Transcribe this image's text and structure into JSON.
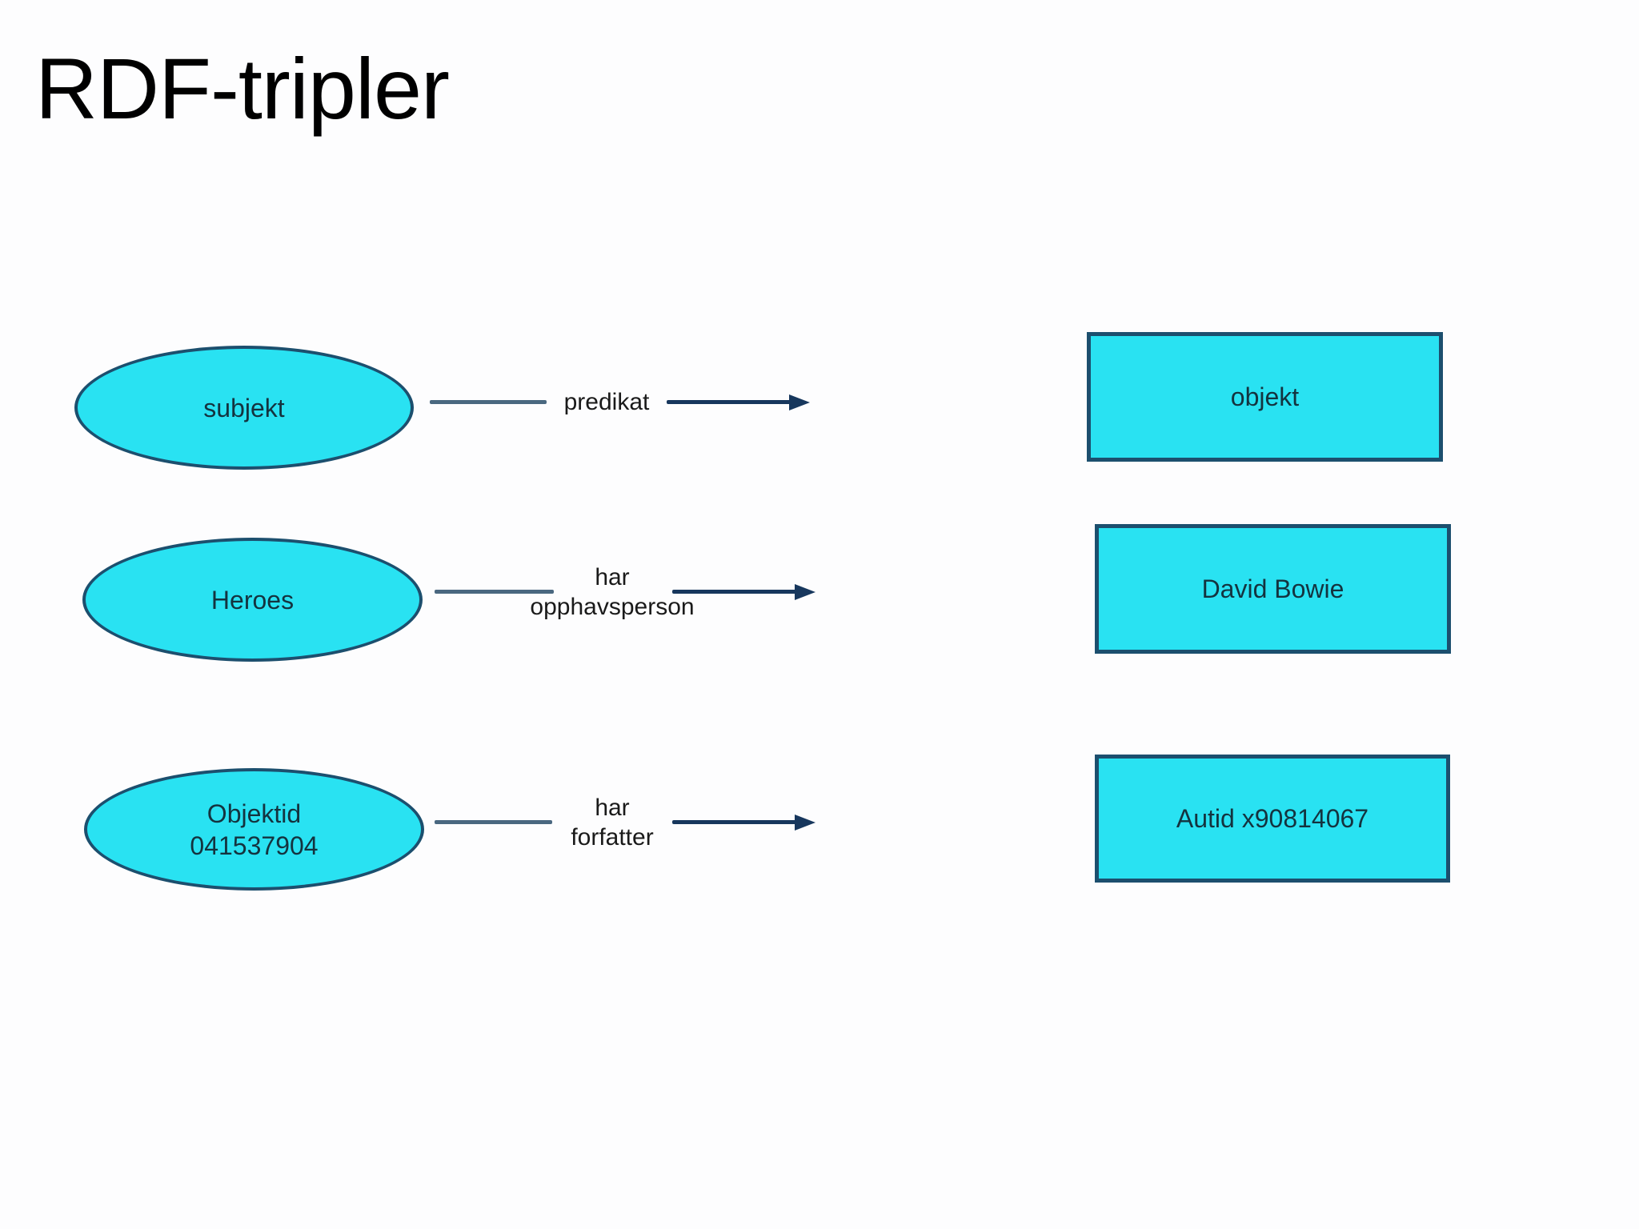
{
  "title": "RDF-tripler",
  "colors": {
    "shape_fill": "#29E2F2",
    "shape_border": "#1C4F6E",
    "connector_line": "#4A6880",
    "arrow_line": "#17375D",
    "title_text": "#000000",
    "predicate_text": "#1A1A1A",
    "shape_text": "#14333F",
    "background": "#FDFDFE"
  },
  "diagram": {
    "rows": [
      {
        "subject": "subjekt",
        "predicate": "predikat",
        "object": "objekt"
      },
      {
        "subject": "Heroes",
        "predicate": "har\nopphavsperson",
        "object": "David Bowie"
      },
      {
        "subject": "Objektid\n041537904",
        "predicate": "har forfatter",
        "object": "Autid x90814067"
      }
    ]
  }
}
